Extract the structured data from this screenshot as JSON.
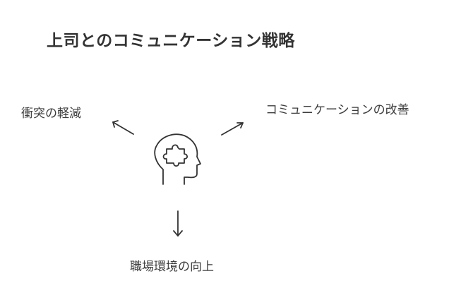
{
  "title": "上司とのコミュニケーション戦略",
  "center": {
    "icon": "head-with-puzzle-piece-icon"
  },
  "branches": [
    {
      "label": "衝突の軽減"
    },
    {
      "label": "コミュニケーションの改善"
    },
    {
      "label": "職場環境の向上"
    }
  ]
}
